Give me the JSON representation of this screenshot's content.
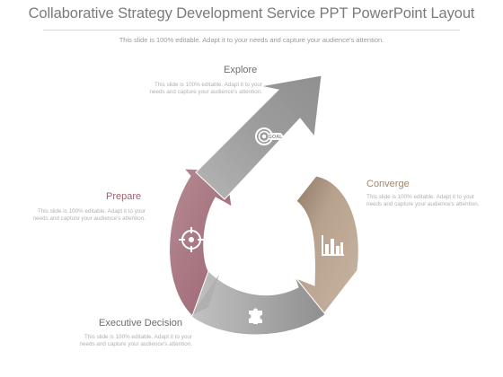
{
  "title": "Collaborative Strategy Development Service PPT PowerPoint Layout",
  "subtitle": "This slide is 100% editable. Adapt it to your needs and capture your audience's attention.",
  "stages": {
    "explore": {
      "label": "Explore",
      "desc": "This slide is 100% editable. Adapt it to your needs and capture your audience's attention.",
      "icon": "goal-target-icon",
      "color": "#9b9b9b",
      "label_color": "#6d6d6d"
    },
    "prepare": {
      "label": "Prepare",
      "desc": "This slide is 100% editable. Adapt it to your needs and capture your audience's attention.",
      "icon": "crosshair-icon",
      "color": "#a9757f",
      "label_color": "#9a6470"
    },
    "converge": {
      "label": "Converge",
      "desc": "This slide is 100% editable. Adapt it to your needs and capture your audience's attention.",
      "icon": "bar-chart-icon",
      "color": "#b09a86",
      "label_color": "#a08670"
    },
    "executive_decision": {
      "label": "Executive Decision",
      "desc": "This slide is 100% editable. Adapt it to your needs and capture your audience's attention.",
      "icon": "puzzle-piece-icon",
      "color": "#a3a3a3",
      "label_color": "#6d6d6d"
    }
  },
  "goal_icon_text": "GOAL"
}
